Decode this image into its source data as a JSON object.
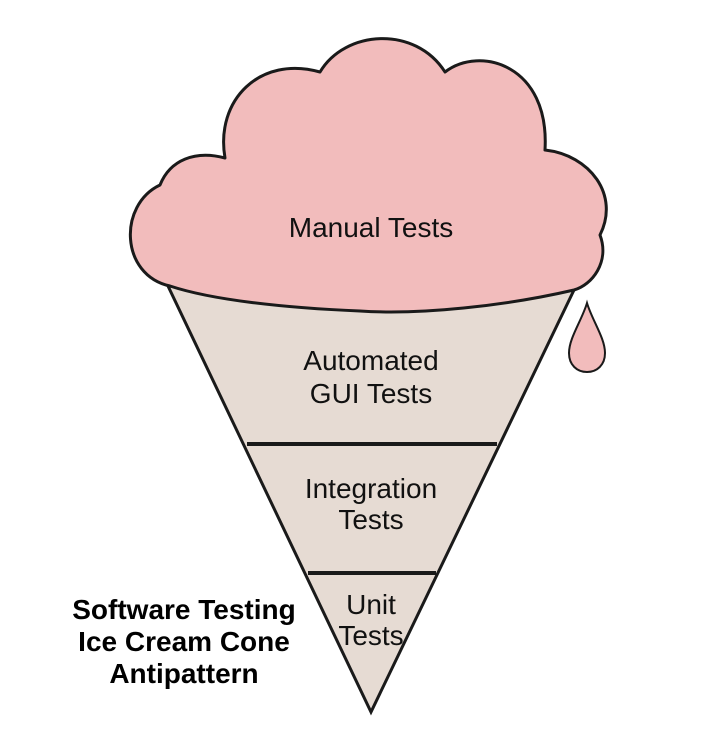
{
  "diagram": {
    "scoop_label": "Manual Tests",
    "layers": [
      {
        "lines": [
          "Automated",
          "GUI Tests"
        ]
      },
      {
        "lines": [
          "Integration",
          "Tests"
        ]
      },
      {
        "lines": [
          "Unit",
          "Tests"
        ]
      }
    ],
    "title_lines": [
      "Software Testing",
      "Ice Cream Cone",
      "Antipattern"
    ]
  },
  "colors": {
    "scoop": "#f2bcbc",
    "cone": "#e6dbd3",
    "outline": "#1a1a1a"
  }
}
